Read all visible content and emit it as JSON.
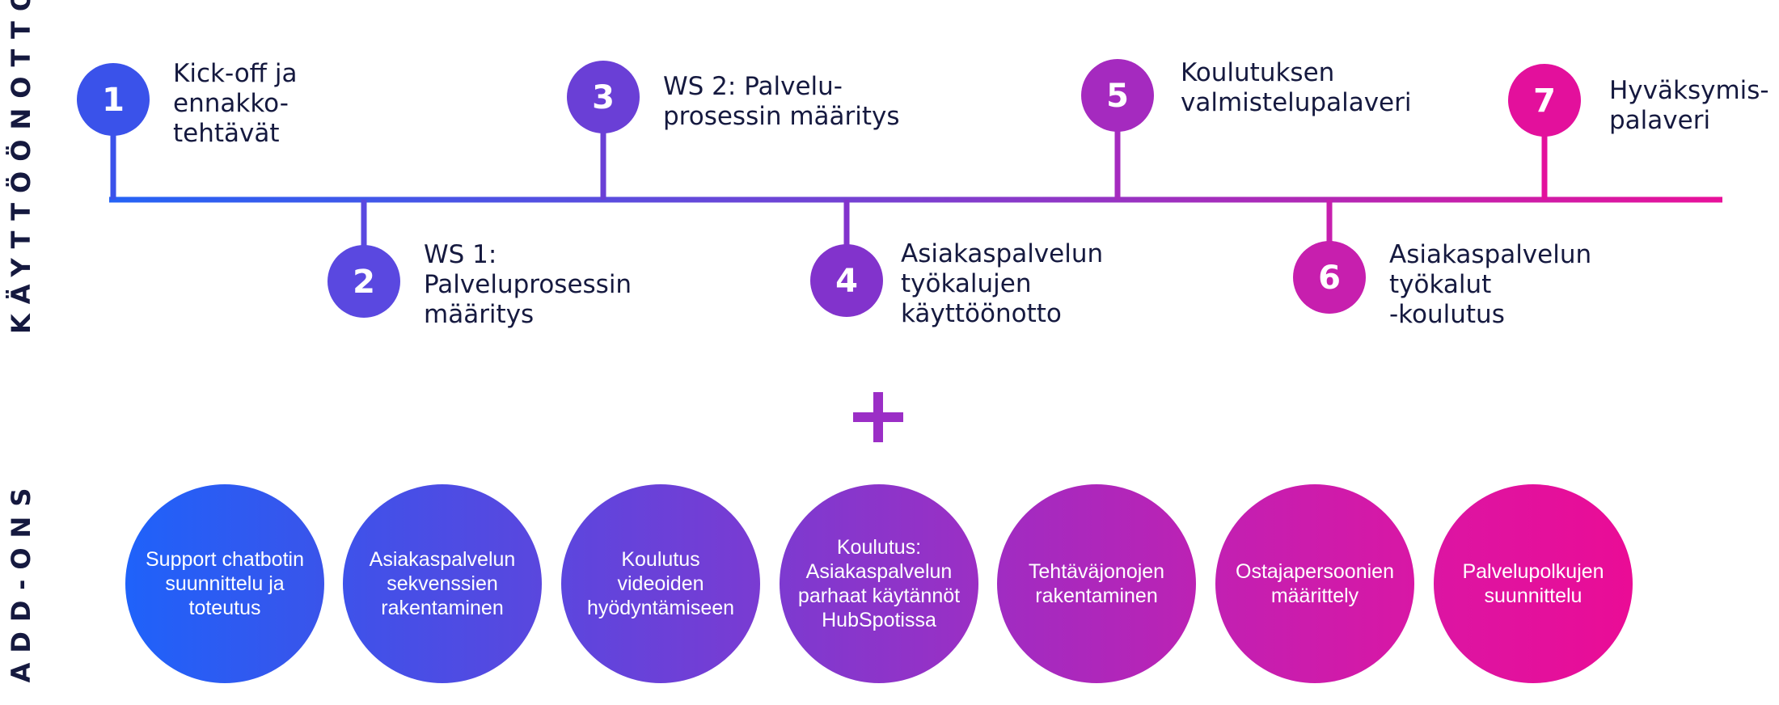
{
  "sections": {
    "timeline_label": "KÄYTTÖÖNOTTO",
    "addons_label": "ADD-ONS"
  },
  "plus_symbol": "+",
  "colors": {
    "gradient_start": "#2563f5",
    "gradient_mid": "#7b3fd0",
    "gradient_end": "#e8119a",
    "text_dark": "#15193f"
  },
  "steps": [
    {
      "number": "1",
      "label": "Kick-off ja\nennakko-\ntehtävät",
      "color": "#3a52ea"
    },
    {
      "number": "2",
      "label": "WS 1:\nPalveluprosessin\nmääritys",
      "color": "#5a48e0"
    },
    {
      "number": "3",
      "label": "WS 2: Palvelu-\nprosessin määritys",
      "color": "#6a3fd6"
    },
    {
      "number": "4",
      "label": "Asiakaspalvelun\ntyökalujen\nkäyttöönotto",
      "color": "#8233cc"
    },
    {
      "number": "5",
      "label": "Koulutuksen\nvalmistelupalaveri",
      "color": "#a52abf"
    },
    {
      "number": "6",
      "label": "Asiakaspalvelun\ntyökalut\n-koulutus",
      "color": "#c71fae"
    },
    {
      "number": "7",
      "label": "Hyväksymis-\npalaveri",
      "color": "#e3109c"
    }
  ],
  "addons": [
    {
      "label": "Support chatbotin\nsuunnittelu ja\ntoteutus",
      "color_a": "#1f62fa",
      "color_b": "#3a54ea"
    },
    {
      "label": "Asiakaspalvelun\nsekvenssien\nrakentaminen",
      "color_a": "#3e52ea",
      "color_b": "#5a47de"
    },
    {
      "label": "Koulutus\nvideoiden\nhyödyntämiseen",
      "color_a": "#5c46de",
      "color_b": "#7a3bd2"
    },
    {
      "label": "Koulutus:\nAsiakaspalvelun\nparhaat käytännöt\nHubSpotissa",
      "color_a": "#7d3ad0",
      "color_b": "#9b2fc4"
    },
    {
      "label": "Tehtäväjonojen\nrakentaminen",
      "color_a": "#a02cc2",
      "color_b": "#bc22b4"
    },
    {
      "label": "Ostajapersoonien\nmäärittely",
      "color_a": "#c220b2",
      "color_b": "#d817a5"
    },
    {
      "label": "Palvelupolkujen\nsuunnittelu",
      "color_a": "#dc15a3",
      "color_b": "#ea0c96"
    }
  ]
}
